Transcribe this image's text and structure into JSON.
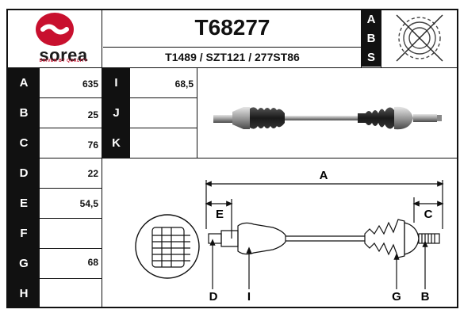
{
  "brand": {
    "name": "sorea",
    "tagline": "DRIVEN BY QUALITY",
    "colors": {
      "primary": "#c8102e",
      "ink": "#111111"
    }
  },
  "header": {
    "part_number": "T68277",
    "cross_references": "T1489 / SZT121 / 277ST86",
    "abs_letters": [
      "A",
      "B",
      "S"
    ],
    "abs_icon": "crossed-out-abs-ring-icon"
  },
  "specs_left": [
    {
      "letter": "A",
      "value": "635"
    },
    {
      "letter": "B",
      "value": "25"
    },
    {
      "letter": "C",
      "value": "76"
    },
    {
      "letter": "D",
      "value": "22"
    },
    {
      "letter": "E",
      "value": "54,5"
    },
    {
      "letter": "F",
      "value": ""
    },
    {
      "letter": "G",
      "value": "68"
    },
    {
      "letter": "H",
      "value": ""
    }
  ],
  "specs_mid": [
    {
      "letter": "I",
      "value": "68,5"
    },
    {
      "letter": "J",
      "value": ""
    },
    {
      "letter": "K",
      "value": ""
    }
  ],
  "diagram": {
    "dimension_labels": {
      "overall": "A",
      "left_end": "E",
      "right_end": "C",
      "bottom": [
        "D",
        "I",
        "G",
        "B"
      ]
    }
  }
}
